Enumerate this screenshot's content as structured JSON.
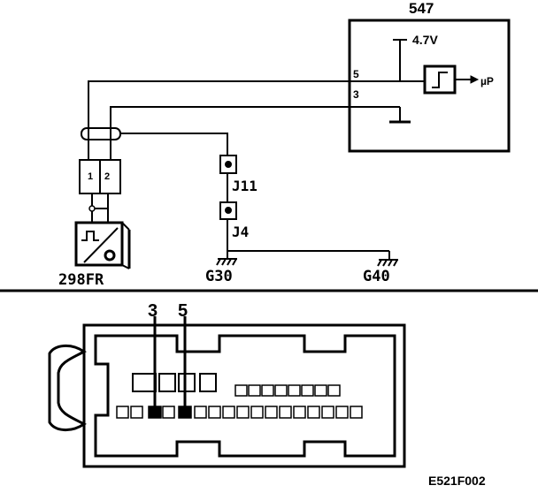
{
  "ecu": {
    "id": "547",
    "supply": "4.7V",
    "output": "µP",
    "pin_upper": "5",
    "pin_lower": "3"
  },
  "sensor": {
    "id": "298FR",
    "pin1": "1",
    "pin2": "2"
  },
  "junctions": {
    "j11": "J11",
    "j4": "J4"
  },
  "grounds": {
    "g30": "G30",
    "g40": "G40"
  },
  "connector": {
    "pin3": "3",
    "pin5": "5"
  },
  "reference": "E521F002",
  "colors": {
    "ink": "#000000",
    "paper": "#ffffff"
  }
}
